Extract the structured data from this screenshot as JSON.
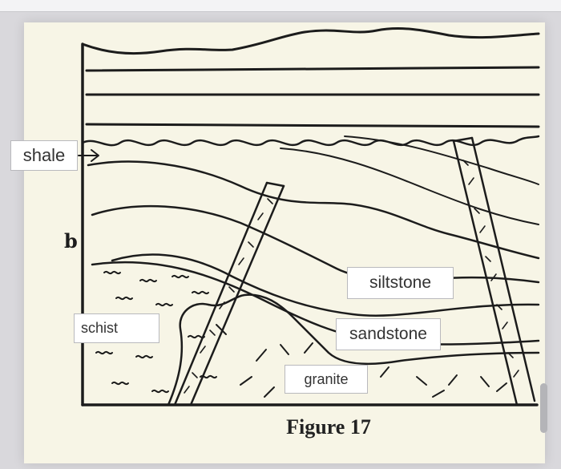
{
  "figure": {
    "caption": "Figure 17",
    "marker": "b"
  },
  "labels": {
    "shale": "shale",
    "siltstone": "siltstone",
    "sandstone": "sandstone",
    "schist": "schist",
    "granite": "granite"
  },
  "colors": {
    "paper": "#f7f5e6",
    "ink": "#1c1c1c",
    "label_background": "#ffffff",
    "label_border": "#b9b9bd"
  }
}
